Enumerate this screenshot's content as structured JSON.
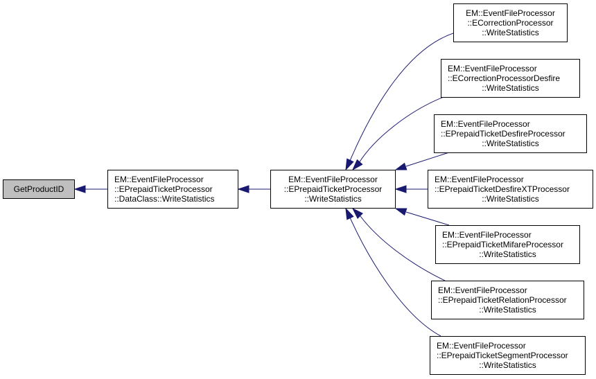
{
  "diagram": {
    "title": "Caller graph of GetProductID",
    "edge_color": "#191970",
    "root_fill": "#bfbfbf",
    "nodes": [
      {
        "id": "getproductid",
        "lines": [
          "GetProductID"
        ],
        "highlighted": true
      },
      {
        "id": "dataclass-writestatistics",
        "lines": [
          "EM::EventFileProcessor",
          "::EPrepaidTicketProcessor",
          "::DataClass::WriteStatistics"
        ]
      },
      {
        "id": "eprepaidticketprocessor-writestatistics",
        "lines": [
          "EM::EventFileProcessor",
          "::EPrepaidTicketProcessor",
          "::WriteStatistics"
        ]
      },
      {
        "id": "ecorrectionprocessor-writestatistics",
        "lines": [
          "EM::EventFileProcessor",
          "::ECorrectionProcessor",
          "::WriteStatistics"
        ]
      },
      {
        "id": "ecorrectionprocessordesfire-writestatistics",
        "lines": [
          "EM::EventFileProcessor",
          "::ECorrectionProcessorDesfire",
          "::WriteStatistics"
        ]
      },
      {
        "id": "eprepaidticketdesfireprocessor-writestatistics",
        "lines": [
          "EM::EventFileProcessor",
          "::EPrepaidTicketDesfireProcessor",
          "::WriteStatistics"
        ]
      },
      {
        "id": "eprepaidticketdesfirextprocessor-writestatistics",
        "lines": [
          "EM::EventFileProcessor",
          "::EPrepaidTicketDesfireXTProcessor",
          "::WriteStatistics"
        ]
      },
      {
        "id": "eprepaidticketmifareprocessor-writestatistics",
        "lines": [
          "EM::EventFileProcessor",
          "::EPrepaidTicketMifareProcessor",
          "::WriteStatistics"
        ]
      },
      {
        "id": "eprepaidticketrelationprocessor-writestatistics",
        "lines": [
          "EM::EventFileProcessor",
          "::EPrepaidTicketRelationProcessor",
          "::WriteStatistics"
        ]
      },
      {
        "id": "eprepaidticketsegmentprocessor-writestatistics",
        "lines": [
          "EM::EventFileProcessor",
          "::EPrepaidTicketSegmentProcessor",
          "::WriteStatistics"
        ]
      }
    ],
    "edges": [
      {
        "from": "dataclass-writestatistics",
        "to": "getproductid"
      },
      {
        "from": "eprepaidticketprocessor-writestatistics",
        "to": "dataclass-writestatistics"
      },
      {
        "from": "ecorrectionprocessor-writestatistics",
        "to": "eprepaidticketprocessor-writestatistics"
      },
      {
        "from": "ecorrectionprocessordesfire-writestatistics",
        "to": "eprepaidticketprocessor-writestatistics"
      },
      {
        "from": "eprepaidticketdesfireprocessor-writestatistics",
        "to": "eprepaidticketprocessor-writestatistics"
      },
      {
        "from": "eprepaidticketdesfirextprocessor-writestatistics",
        "to": "eprepaidticketprocessor-writestatistics"
      },
      {
        "from": "eprepaidticketmifareprocessor-writestatistics",
        "to": "eprepaidticketprocessor-writestatistics"
      },
      {
        "from": "eprepaidticketrelationprocessor-writestatistics",
        "to": "eprepaidticketprocessor-writestatistics"
      },
      {
        "from": "eprepaidticketsegmentprocessor-writestatistics",
        "to": "eprepaidticketprocessor-writestatistics"
      }
    ]
  }
}
